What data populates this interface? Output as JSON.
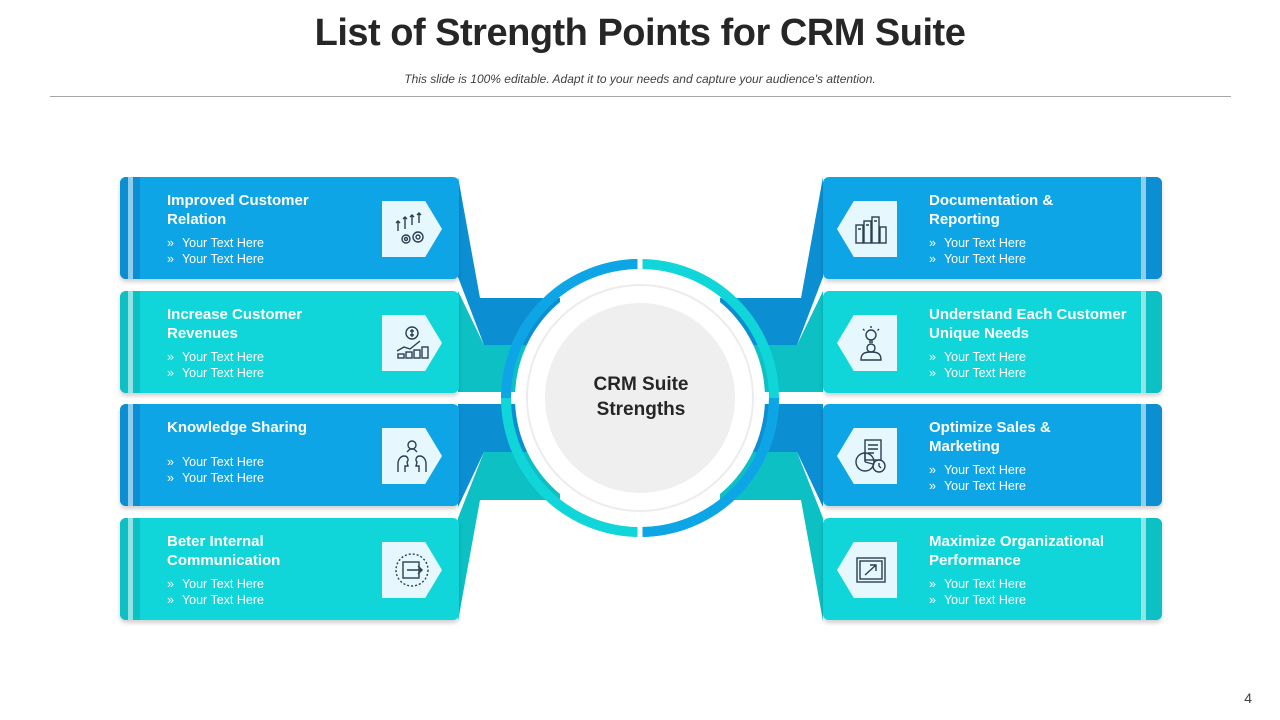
{
  "title": "List of Strength Points for CRM Suite",
  "subtitle": "This slide is 100% editable. Adapt it to your needs and capture your audience's attention.",
  "center": {
    "line1": "CRM Suite",
    "line2": "Strengths"
  },
  "bullet_text": "Your Text Here",
  "left_cards": [
    {
      "title": "Improved Customer Relation",
      "icon": "growth-gears-icon",
      "color": "blue",
      "bullets": [
        "Your Text Here",
        "Your Text Here"
      ]
    },
    {
      "title": "Increase Customer Revenues",
      "icon": "money-growth-icon",
      "color": "teal",
      "bullets": [
        "Your Text Here",
        "Your Text Here"
      ]
    },
    {
      "title": "Knowledge Sharing",
      "icon": "people-idea-icon",
      "color": "blue",
      "bullets": [
        "Your Text Here",
        "Your Text Here"
      ]
    },
    {
      "title": "Beter Internal Communication",
      "icon": "login-arrow-icon",
      "color": "teal",
      "bullets": [
        "Your Text Here",
        "Your Text Here"
      ]
    }
  ],
  "right_cards": [
    {
      "title": "Documentation & Reporting",
      "icon": "documents-binders-icon",
      "color": "blue",
      "bullets": [
        "Your Text Here",
        "Your Text Here"
      ]
    },
    {
      "title": "Understand Each Customer Unique Needs",
      "icon": "person-lightbulb-icon",
      "color": "teal",
      "bullets": [
        "Your Text Here",
        "Your Text Here"
      ]
    },
    {
      "title": "Optimize Sales & Marketing",
      "icon": "report-chart-icon",
      "color": "blue",
      "bullets": [
        "Your Text Here",
        "Your Text Here"
      ]
    },
    {
      "title": "Maximize Organizational Performance",
      "icon": "growth-frame-icon",
      "color": "teal",
      "bullets": [
        "Your Text Here",
        "Your Text Here"
      ]
    }
  ],
  "colors": {
    "blue": "#0ea5e6",
    "blue_dark": "#0b8fd2",
    "teal": "#10d6da",
    "teal_dark": "#0cc0c4",
    "icon_bg": "#e6f8fd"
  },
  "page_number": "4"
}
